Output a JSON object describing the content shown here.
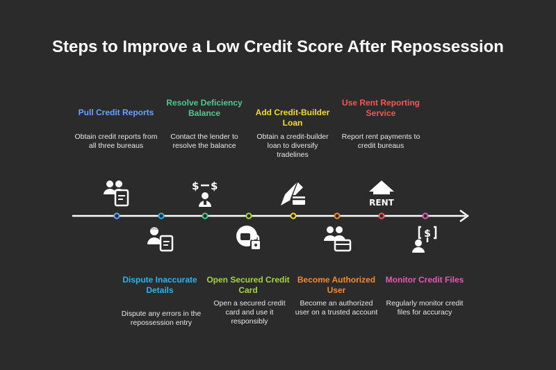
{
  "title": "Steps to Improve a Low Credit Score After Repossession",
  "colors": {
    "background": "#2b2b2b",
    "line": "#ffffff",
    "text": "#ffffff"
  },
  "steps": [
    {
      "title": "Pull Credit Reports",
      "desc": "Obtain credit reports from all three bureaus",
      "color": "#6aa3ff",
      "icon": "users-document-icon"
    },
    {
      "title": "Dispute Inaccurate Details",
      "desc": "Dispute any errors in the repossession entry",
      "color": "#29b6e8",
      "icon": "person-document-icon"
    },
    {
      "title": "Resolve Deficiency Balance",
      "desc": "Contact the lender to resolve the balance",
      "color": "#4ecb8f",
      "icon": "money-exchange-icon"
    },
    {
      "title": "Open Secured Credit Card",
      "desc": "Open a secured credit card and use it responsibly",
      "color": "#a3d63f",
      "icon": "secured-card-icon"
    },
    {
      "title": "Add Credit-Builder Loan",
      "desc": "Obtain a credit-builder loan to diversify tradelines",
      "color": "#f3dc2a",
      "icon": "loan-card-icon"
    },
    {
      "title": "Become Authorized User",
      "desc": "Become an authorized user on a trusted account",
      "color": "#f28c34",
      "icon": "users-card-icon"
    },
    {
      "title": "Use Rent Reporting Service",
      "desc": "Report rent payments to credit bureaus",
      "color": "#f05a5a",
      "icon": "rent-house-icon",
      "icon_text": "RENT"
    },
    {
      "title": "Monitor Credit Files",
      "desc": "Regularly monitor credit files for accuracy",
      "color": "#e25bb9",
      "icon": "monitor-dollar-icon"
    }
  ]
}
